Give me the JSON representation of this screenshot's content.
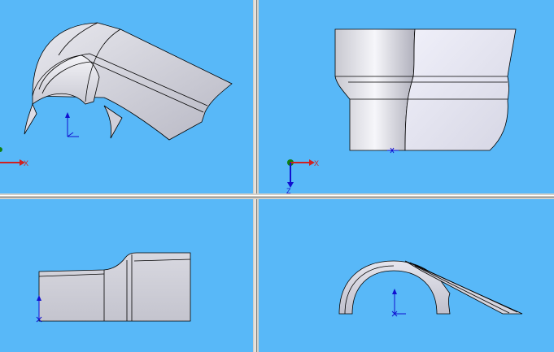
{
  "colors": {
    "viewport_background": "#58b8f8",
    "axis_x": "#d02020",
    "axis_y": "#1010d0",
    "axis_z": "#1010d0",
    "origin_dot": "#108010",
    "model_edge": "#000000"
  },
  "viewports": {
    "top_left": {
      "view": "isometric",
      "triad": {
        "x_label": "X"
      }
    },
    "top_right": {
      "view": "front",
      "triad": {
        "x_label": "X",
        "z_label": "Z"
      }
    },
    "bottom_left": {
      "view": "top"
    },
    "bottom_right": {
      "view": "right"
    }
  }
}
